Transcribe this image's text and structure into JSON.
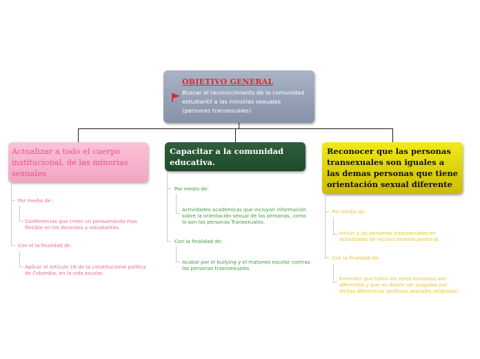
{
  "root": {
    "title": "OBJETIVO GENERAL",
    "text": "Buscar el reconocimiento de la comunidad estudiantil a las minorias sexuales (personas transexuales)",
    "color": "#8f99ae"
  },
  "branches": [
    {
      "title": "Actualizar a todo el cuerpo institucional, de las minorias sexuales",
      "color": "#f5b2cb",
      "sub1_label": "Por medio de :",
      "sub1_text": "Conferencias que creen un pensamiento mas flexible en los docentes y estudiantes.",
      "sub2_label": "Con el la finalidad de:",
      "sub2_text": "Aplicar el Artículo 16 de la constitucional política de Colombia, en la vida escolar."
    },
    {
      "title": "Capacitar a la comunidad educativa.",
      "color": "#27532f",
      "sub1_label": "Por medio de:",
      "sub1_text": "Actividades académicas que incluyan información sobre la orientación sexual de las personas, como lo son las personas Transexuales.",
      "sub2_label": "Con la finalidad de:",
      "sub2_text": "Acabar por el bullying y el matoneo escolar contras las personas trasnsexuales"
    },
    {
      "title": "Reconocer que las personas transexuales son iguales a las demas personas que tiene orientación sexual diferente",
      "color": "#e0d610",
      "sub1_label": "Por medio de:",
      "sub1_text": "Incluir a las personas trasnsexuales en actividades de reconocimiento personal.",
      "sub2_label": "Con la finalidad de:",
      "sub2_text": "Entender que todos los seres humanos son diferentes y que no deben ser juzgadas por dichas diferencias (politicos,sexuales,religiosas)"
    }
  ]
}
